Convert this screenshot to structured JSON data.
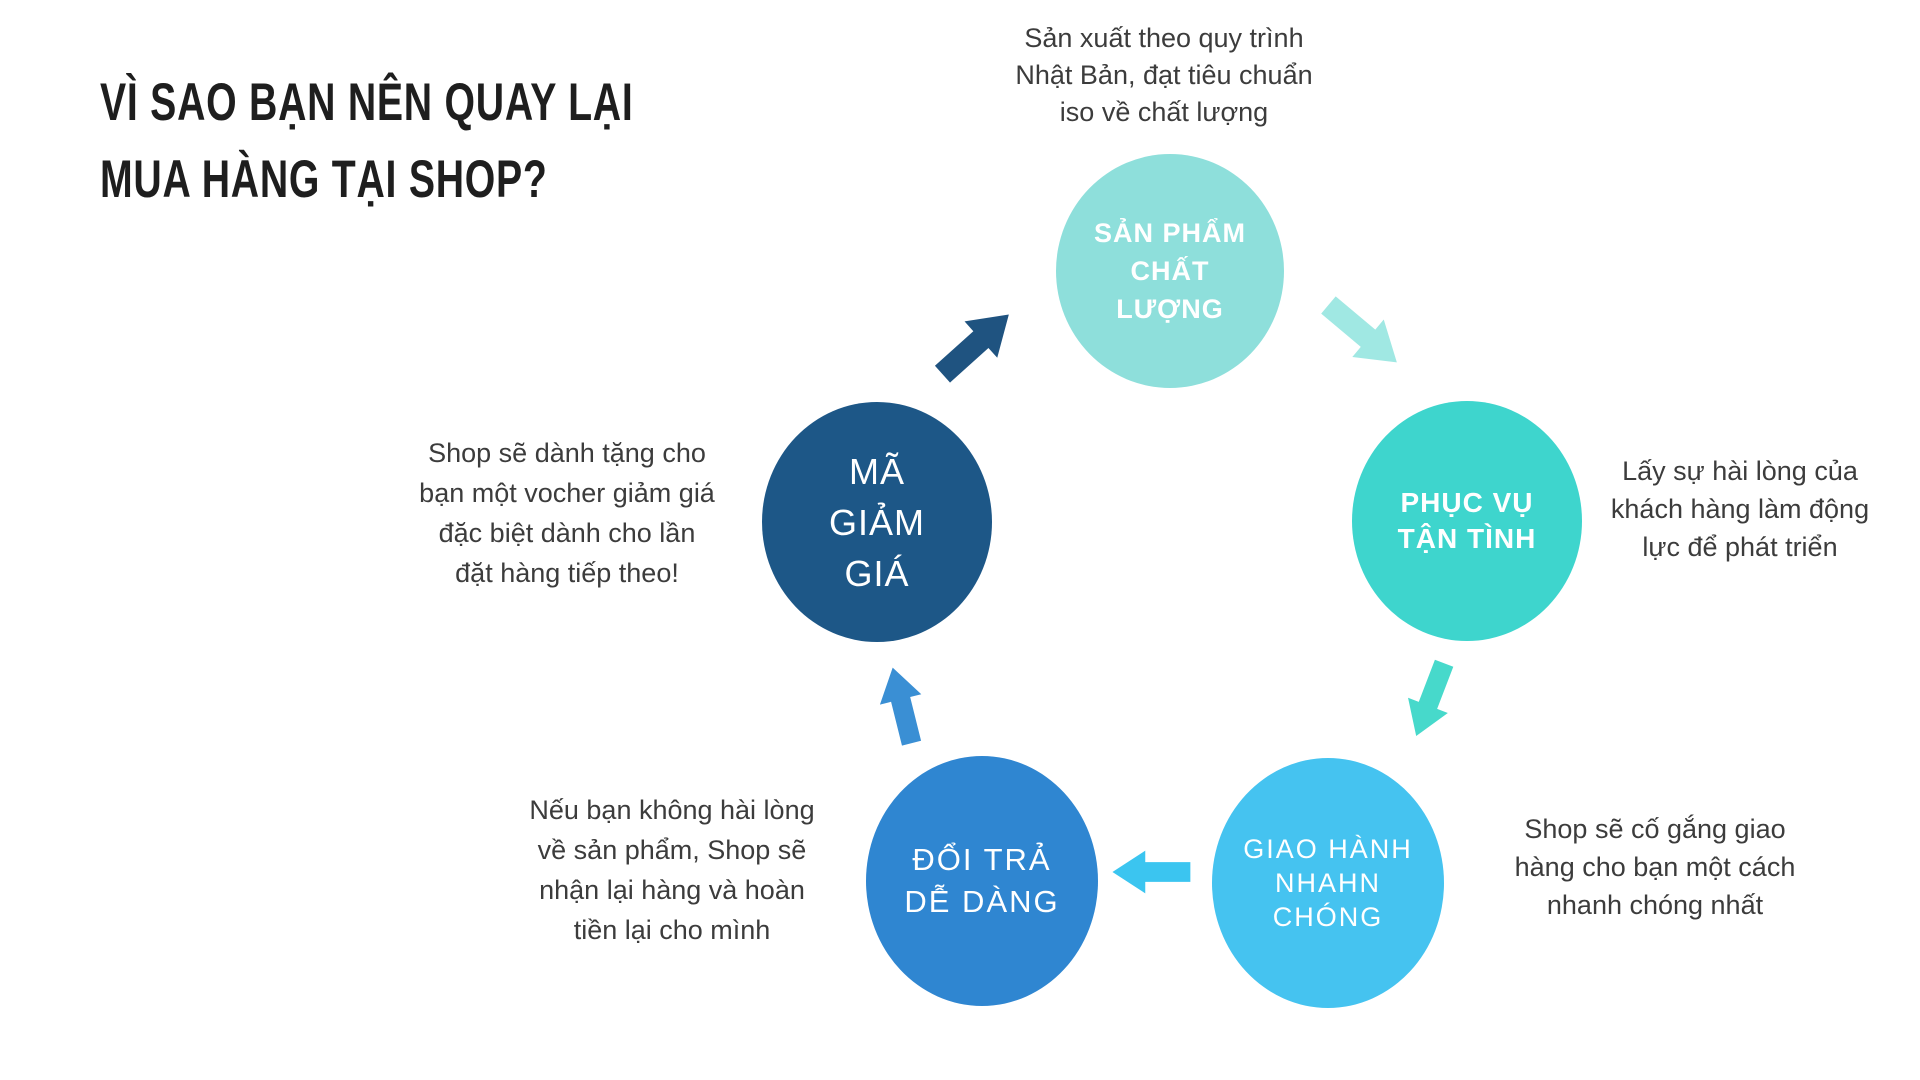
{
  "page": {
    "title_lines": [
      "VÌ SAO BẠN NÊN QUAY LẠI",
      "MUA HÀNG TẠI SHOP?"
    ]
  },
  "palette": {
    "background": "#ffffff",
    "title_text": "#1e1e1e",
    "annotation_text": "#3c3c3c",
    "circle_text": "#ffffff"
  },
  "cycle": {
    "nodes": [
      {
        "id": "quality",
        "label_lines": [
          "SẢN PHẨM",
          "CHẤT",
          "LƯỢNG"
        ],
        "color": "#8edfdb",
        "annotation_lines": [
          "Sản xuất theo quy trình",
          "Nhật Bản, đạt tiêu chuẩn",
          "iso về chất lượng"
        ]
      },
      {
        "id": "service",
        "label_lines": [
          "PHỤC VỤ",
          "TẬN TÌNH"
        ],
        "color": "#3ed5cd",
        "annotation_lines": [
          "Lấy sự hài lòng của",
          "khách hàng làm động",
          "lực để phát triển"
        ]
      },
      {
        "id": "delivery",
        "label_lines": [
          "GIAO HÀNH",
          "NHAHN",
          "CHÓNG"
        ],
        "color": "#45c3f0",
        "annotation_lines": [
          "Shop sẽ cố gắng giao",
          "hàng cho bạn một cách",
          "nhanh chóng nhất"
        ]
      },
      {
        "id": "returns",
        "label_lines": [
          "ĐỔI TRẢ",
          "DỄ DÀNG"
        ],
        "color": "#2f86d1",
        "annotation_lines": [
          "Nếu bạn không hài lòng",
          "về sản phẩm, Shop sẽ",
          "nhận lại hàng và hoàn",
          "tiền lại cho mình"
        ]
      },
      {
        "id": "voucher",
        "label_lines": [
          "MÃ",
          "GIẢM",
          "GIÁ"
        ],
        "color": "#1d5787",
        "annotation_lines": [
          "Shop sẽ dành tặng cho",
          "bạn một vocher giảm giá",
          "đặc biệt dành cho lần",
          "đặt hàng tiếp theo!"
        ]
      }
    ],
    "arrows": [
      {
        "from": "voucher",
        "to": "quality",
        "color": "#1f5380"
      },
      {
        "from": "quality",
        "to": "service",
        "color": "#a0e8e3"
      },
      {
        "from": "service",
        "to": "delivery",
        "color": "#47d9cb"
      },
      {
        "from": "delivery",
        "to": "returns",
        "color": "#3bc5f0"
      },
      {
        "from": "returns",
        "to": "voucher",
        "color": "#3a8fd4"
      }
    ]
  }
}
